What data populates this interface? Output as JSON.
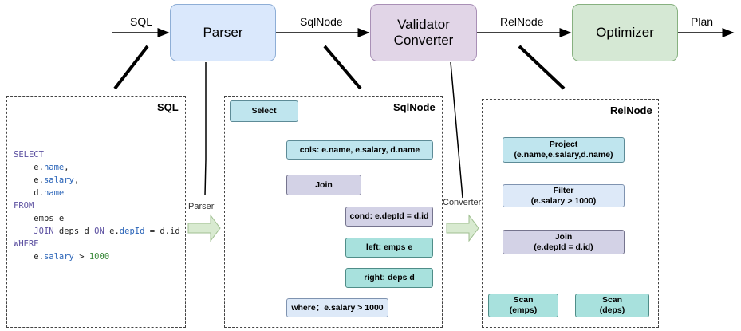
{
  "pipeline": {
    "stages": [
      "Parser",
      "Validator\nConverter",
      "Optimizer"
    ],
    "labels": [
      "SQL",
      "SqlNode",
      "RelNode",
      "Plan"
    ]
  },
  "panels": {
    "sql": {
      "title": "SQL",
      "code": [
        "SELECT",
        "e.name,",
        "e.salary,",
        "d.name",
        "FROM",
        "emps e",
        "JOIN deps d ON e.depId = d.id",
        "WHERE",
        "e.salary > 1000"
      ]
    },
    "sqlnode": {
      "title": "SqlNode",
      "nodes": {
        "select": "Select",
        "cols": "cols: e.name, e.salary, d.name",
        "join": "Join",
        "cond": "cond:  e.depId = d.id",
        "left": "left:  emps e",
        "right": "right:  deps d",
        "where": "where：e.salary >  1000"
      }
    },
    "relnode": {
      "title": "RelNode",
      "nodes": {
        "project": "Project\n(e.name,e.salary,d.name)",
        "filter": "Filter\n(e.salary > 1000)",
        "join": "Join\n(e.depId = d.id)",
        "scan_emps": "Scan\n(emps)",
        "scan_deps": "Scan\n(deps)"
      }
    }
  },
  "transitions": {
    "parser": "Parser",
    "converter": "Converter"
  },
  "colors": {
    "parser": "#dae8fc",
    "validator": "#e1d5e7",
    "optimizer": "#d5e8d4",
    "arrow_fill": "#d8ead0"
  }
}
